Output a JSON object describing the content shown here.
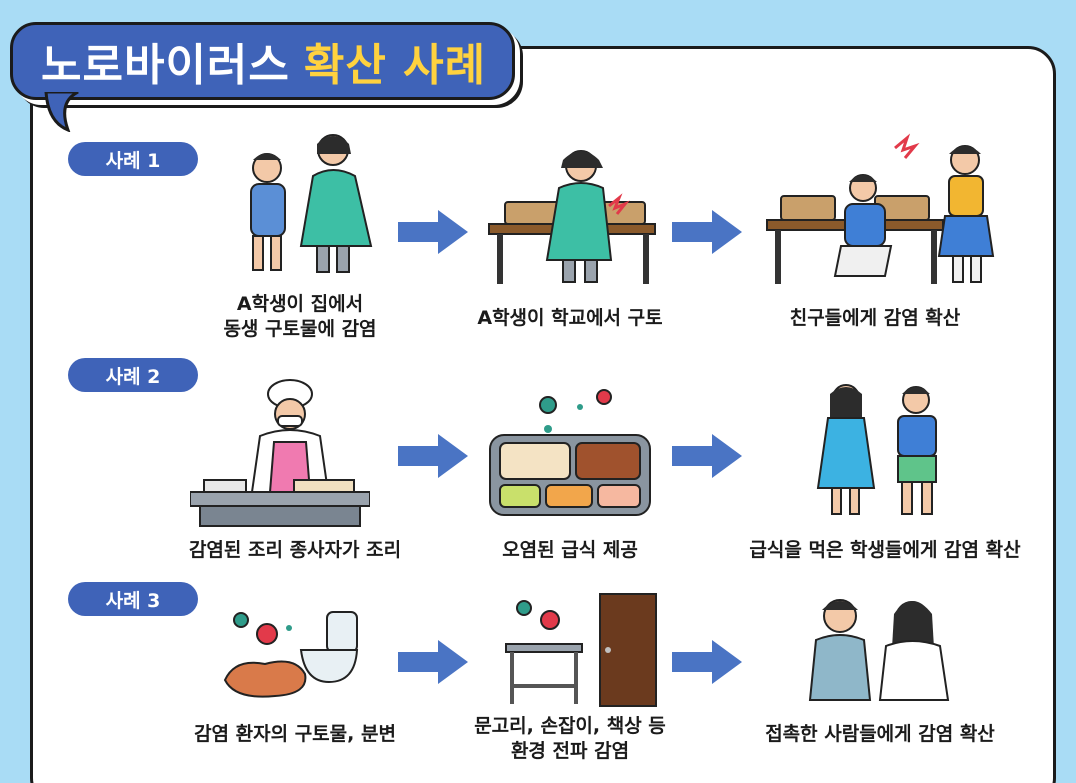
{
  "title": {
    "main": "노로바이러스",
    "accent": "확산 사례"
  },
  "cases": [
    {
      "badge": "사례 1",
      "steps": [
        {
          "lines": [
            "A학생이 집에서",
            "동생 구토물에 감염"
          ],
          "icon": "vomiting-children-icon"
        },
        {
          "lines": [
            "A학생이 학교에서 구토"
          ],
          "icon": "student-at-desk-icon"
        },
        {
          "lines": [
            "친구들에게 감염 확산"
          ],
          "icon": "sick-friends-icon"
        }
      ]
    },
    {
      "badge": "사례 2",
      "steps": [
        {
          "lines": [
            "감염된 조리 종사자가 조리"
          ],
          "icon": "cook-icon"
        },
        {
          "lines": [
            "오염된 급식 제공"
          ],
          "icon": "meal-tray-icon"
        },
        {
          "lines": [
            "급식을 먹은 학생들에게 감염 확산"
          ],
          "icon": "sick-students-icon"
        }
      ]
    },
    {
      "badge": "사례 3",
      "steps": [
        {
          "lines": [
            "감염 환자의 구토물, 분변"
          ],
          "icon": "toilet-vomit-icon"
        },
        {
          "lines": [
            "문고리, 손잡이, 책상 등",
            "환경 전파 감염"
          ],
          "icon": "door-desk-icon"
        },
        {
          "lines": [
            "접촉한 사람들에게 감염 확산"
          ],
          "icon": "sick-adults-icon"
        }
      ]
    }
  ],
  "colors": {
    "brand": "#3f63b8",
    "accent": "#ffd23f",
    "background": "#a9dcf5",
    "arrow": "#4a74c4",
    "virus": "#e23a4a"
  }
}
